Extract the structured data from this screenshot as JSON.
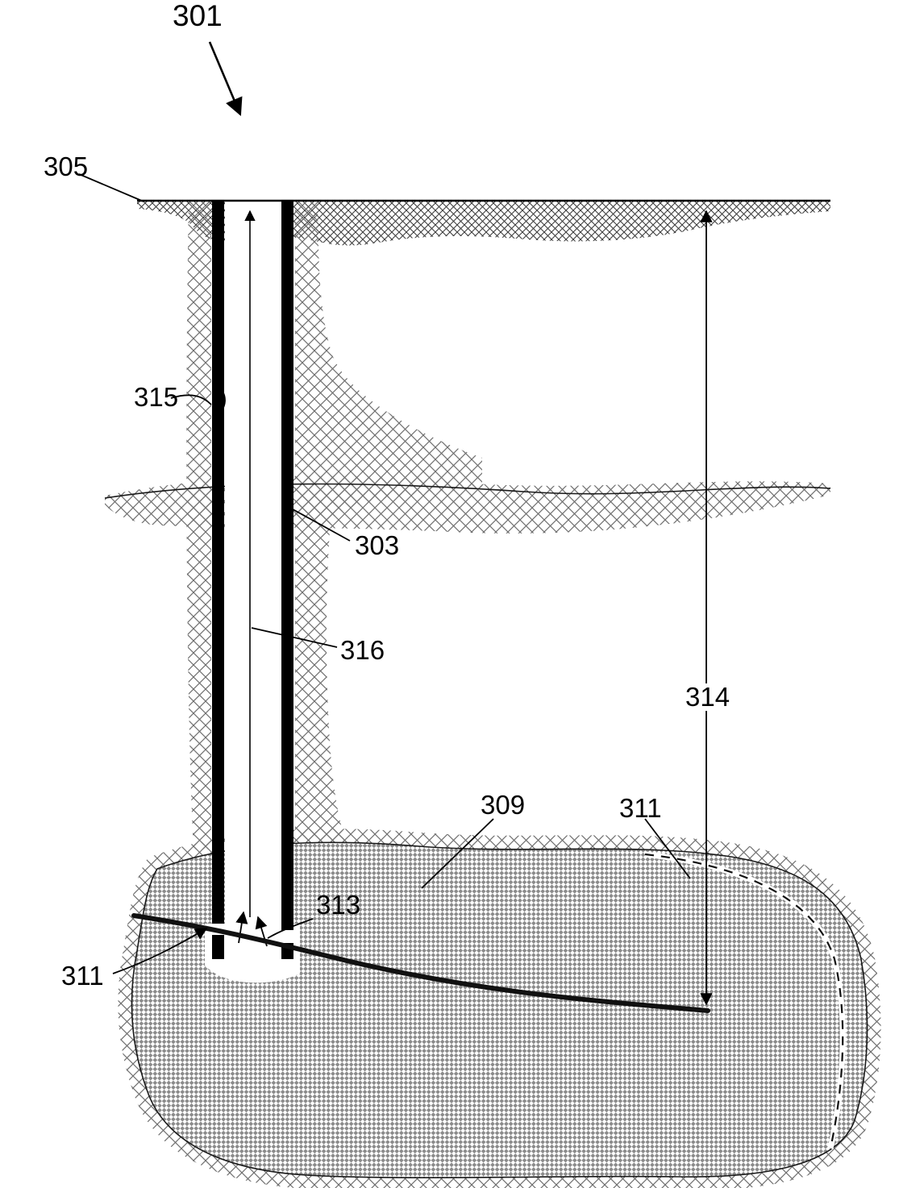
{
  "figure": {
    "type": "patent-well-schematic",
    "labels": {
      "l301": "301",
      "l305": "305",
      "l315": "315",
      "l303": "303",
      "l316": "316",
      "l314": "314",
      "l309": "309",
      "l311_right": "311",
      "l311_left": "311",
      "l313": "313"
    },
    "colors": {
      "ink": "#000000",
      "surface_hatch": "#3f3f3f",
      "formation_lattice": "#6f6f6f",
      "reservoir_fill": "#8b8b8b",
      "background": "#ffffff"
    }
  }
}
